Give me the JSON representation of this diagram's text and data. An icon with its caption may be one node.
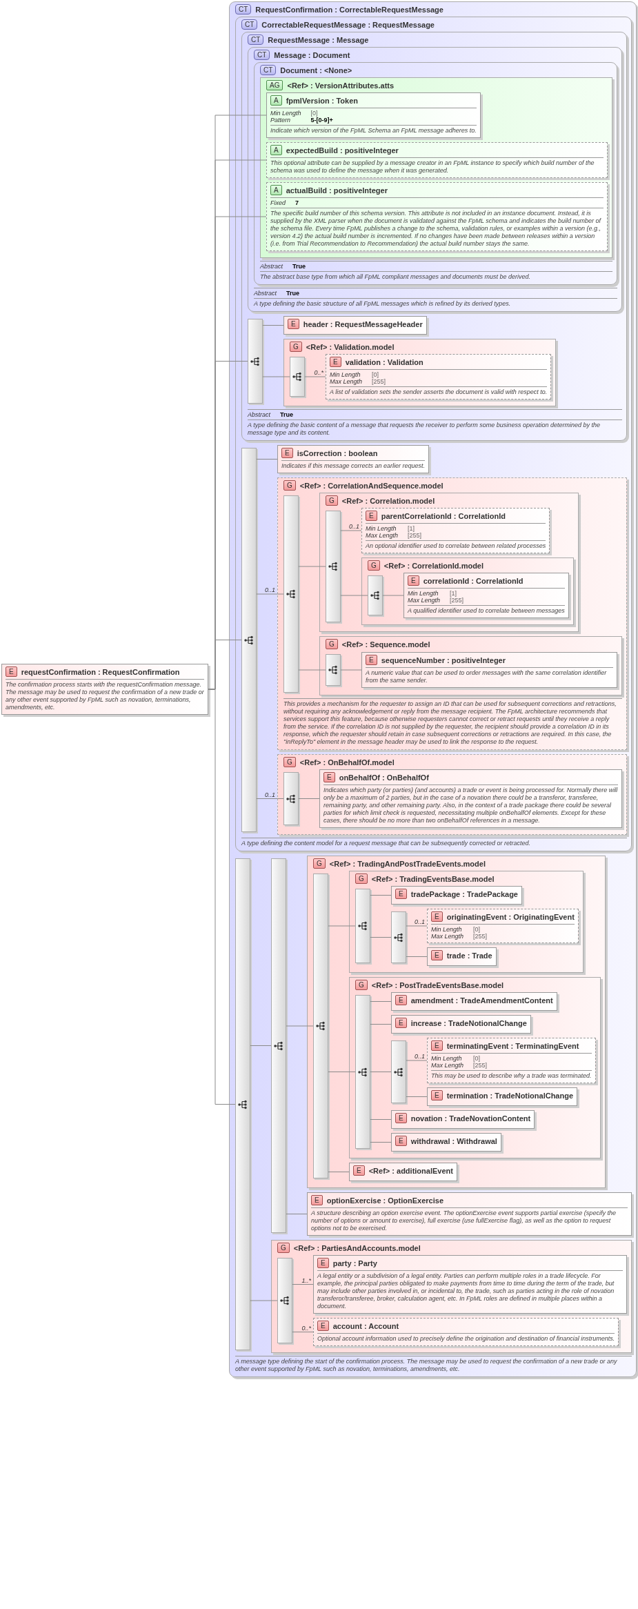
{
  "diagram": {
    "nodes": [
      {
        "text": [
          "E",
          "requestConfirmation : RequestConfirmation",
          "The confirmation process starts with the requestConfirmation message. The message may be used to request the confirmation of a new trade or any other event supported by FpML such as novation, terminations, amendments, etc."
        ]
      },
      {
        "text": [
          "CT",
          "RequestConfirmation : CorrectableRequestMessage",
          "A message type defining the start of the confirmation process. The message may be used to request the confirmation of a new trade or any other event supported by FpML such as novation, terminations, amendments, etc."
        ]
      },
      {
        "text": [
          "CT",
          "CorrectableRequestMessage : RequestMessage",
          "A type defining the content model for a request message that can be subsequently corrected or retracted."
        ],
        "in": 1
      },
      {
        "text": [
          "CT",
          "RequestMessage : Message",
          "Abstract",
          "True",
          "A type defining the basic content of a message that requests the receiver to perform some business operation determined by the message type and its content."
        ],
        "in": 2
      },
      {
        "text": [
          "CT",
          "Message : Document",
          "Abstract",
          "True",
          "A type defining the basic structure of all FpML messages which is refined by its derived types."
        ],
        "in": 3
      },
      {
        "text": [
          "CT",
          "Document : <None>",
          "Abstract",
          "True",
          "The abstract base type from which all FpML compliant messages and documents must be derived."
        ],
        "in": 4
      },
      {
        "text": [
          "AG",
          "<Ref> : VersionAttributes.atts"
        ],
        "in": 5
      },
      {
        "text": [
          "A",
          "fpmlVersion : Token",
          "Min Length",
          "[0]",
          "Pattern",
          "5-[0-9]+",
          "Indicate which version of the FpML Schema an FpML message adheres to."
        ],
        "in": 6
      },
      {
        "text": [
          "A",
          "expectedBuild : positiveInteger",
          "This optional attribute can be supplied by a message creator in an FpML instance to specify which build number of the schema was used to define the message when it was generated."
        ],
        "in": 6
      },
      {
        "text": [
          "A",
          "actualBuild : positiveInteger",
          "Fixed",
          "7",
          "The specific build number of this schema version. This attribute is not included in an instance document. Instead, it is supplied by the XML parser when the document is validated against the FpML schema and indicates the build number of the schema file. Every time FpML publishes a change to the schema, validation rules, or examples within a version (e.g., version 4.2) the actual build number is incremented. If no changes have been made between releases within a version (i.e. from Trial Recommendation to Recommendation) the actual build number stays the same."
        ],
        "in": 6
      },
      {
        "text": [],
        "shape": "bar",
        "in": 3
      },
      {
        "text": [
          "E",
          "header : RequestMessageHeader"
        ],
        "in": 3
      },
      {
        "text": [
          "G",
          "<Ref> : Validation.model"
        ],
        "in": 3
      },
      {
        "text": [],
        "shape": "bar",
        "in": 12
      },
      {
        "text": [
          "E",
          "validation : Validation",
          "Min Length",
          "[0]",
          "Max Length",
          "[255]",
          "A list of validation sets the sender asserts the document is valid with respect to."
        ],
        "in": 12
      },
      {
        "text": [],
        "shape": "bar",
        "in": 2
      },
      {
        "text": [
          "E",
          "isCorrection : boolean",
          "Indicates if this message corrects an earlier request."
        ],
        "in": 2
      },
      {
        "text": [
          "G",
          "<Ref> : CorrelationAndSequence.model",
          "This provides a mechanism for the requester to assign an ID that can be used for subsequent corrections and retractions, without requiring any acknowledgement or reply from the message recipient. The FpML architecture recommends that services support this feature, because otherwise requesters cannot correct or retract requests until they receive a reply from the service. If the correlation ID is not supplied by the requester, the recipient should provide a correlation ID in its response, which the requester should retain in case subsequent corrections or retractions are required. In this case, the \"inReplyTo\" element in the message header may be used to link the response to the request."
        ],
        "in": 2
      },
      {
        "text": [],
        "shape": "bar",
        "in": 17
      },
      {
        "text": [
          "G",
          "<Ref> : Correlation.model"
        ],
        "in": 17
      },
      {
        "text": [],
        "shape": "bar",
        "in": 19
      },
      {
        "text": [
          "E",
          "parentCorrelationId : CorrelationId",
          "Min Length",
          "[1]",
          "Max Length",
          "[255]",
          "An optional identifier used to correlate between related processes"
        ],
        "in": 19
      },
      {
        "text": [
          "G",
          "<Ref> : CorrelationId.model"
        ],
        "in": 19
      },
      {
        "text": [],
        "shape": "bar",
        "in": 22
      },
      {
        "text": [
          "E",
          "correlationId : CorrelationId",
          "Min Length",
          "[1]",
          "Max Length",
          "[255]",
          "A qualified identifier used to correlate between messages"
        ],
        "in": 22
      },
      {
        "text": [
          "G",
          "<Ref> : Sequence.model"
        ],
        "in": 17
      },
      {
        "text": [],
        "shape": "bar",
        "in": 25
      },
      {
        "text": [
          "E",
          "sequenceNumber : positiveInteger",
          "A numeric value that can be used to order messages with the same correlation identifier from the same sender."
        ],
        "in": 25
      },
      {
        "text": [
          "G",
          "<Ref> : OnBehalfOf.model"
        ],
        "in": 2
      },
      {
        "text": [],
        "shape": "bar",
        "in": 28
      },
      {
        "text": [
          "E",
          "onBehalfOf : OnBehalfOf",
          "Indicates which party (or parties) (and accounts) a trade or event is being processed for. Normally there will only be a maximum of 2 parties, but in the case of a novation there could be a transferor, transferee, remaining party, and other remaining party. Also, in the context of a trade package there could be several parties for which limit check is requested, necessitating multiple onBehalfOf elements. Except for these cases, there should be no more than two onBehalfOf references in a message."
        ],
        "in": 28
      },
      {
        "text": [],
        "shape": "bar",
        "in": 1
      },
      {
        "text": [],
        "shape": "bar",
        "in": 1
      },
      {
        "text": [
          "G",
          "<Ref> : TradingAndPostTradeEvents.model"
        ],
        "in": 1
      },
      {
        "text": [],
        "shape": "bar",
        "in": 33
      },
      {
        "text": [
          "G",
          "<Ref> : TradingEventsBase.model"
        ],
        "in": 33
      },
      {
        "text": [],
        "shape": "bar",
        "in": 35
      },
      {
        "text": [
          "E",
          "tradePackage : TradePackage"
        ],
        "in": 35
      },
      {
        "text": [],
        "shape": "bar",
        "in": 35
      },
      {
        "text": [
          "E",
          "originatingEvent : OriginatingEvent",
          "Min Length",
          "[0]",
          "Max Length",
          "[255]"
        ],
        "in": 35
      },
      {
        "text": [
          "E",
          "trade : Trade"
        ],
        "in": 35
      },
      {
        "text": [
          "G",
          "<Ref> : PostTradeEventsBase.model"
        ],
        "in": 33
      },
      {
        "text": [],
        "shape": "bar",
        "in": 41
      },
      {
        "text": [
          "E",
          "amendment : TradeAmendmentContent"
        ],
        "in": 41
      },
      {
        "text": [
          "E",
          "increase : TradeNotionalChange"
        ],
        "in": 41
      },
      {
        "text": [],
        "shape": "bar",
        "in": 41
      },
      {
        "text": [
          "E",
          "terminatingEvent : TerminatingEvent",
          "Min Length",
          "[0]",
          "Max Length",
          "[255]",
          "This may be used to describe why a trade was terminated."
        ],
        "in": 41
      },
      {
        "text": [
          "E",
          "termination : TradeNotionalChange"
        ],
        "in": 41
      },
      {
        "text": [
          "E",
          "novation : TradeNovationContent"
        ],
        "in": 41
      },
      {
        "text": [
          "E",
          "withdrawal : Withdrawal"
        ],
        "in": 41
      },
      {
        "text": [
          "E",
          "<Ref> : additionalEvent"
        ],
        "in": 33
      },
      {
        "text": [
          "E",
          "optionExercise : OptionExercise",
          "A structure describing an option exercise event. The optionExercise event supports partial exercise (specify the number of options or amount to exercise), full exercise (use fullExercise flag), as well as the option to request options not to be exercised."
        ],
        "in": 1
      },
      {
        "text": [
          "G",
          "<Ref> : PartiesAndAccounts.model"
        ],
        "in": 1
      },
      {
        "text": [],
        "shape": "bar",
        "in": 52
      },
      {
        "text": [
          "E",
          "party : Party",
          "A legal entity or a subdivision of a legal entity. Parties can perform multiple roles in a trade lifecycle. For example, the principal parties obligated to make payments from time to time during the term of the trade, but may include other parties involved in, or incidental to, the trade, such as parties acting in the role of novation transferor/transferee, broker, calculation agent, etc. In FpML roles are defined in multiple places within a document."
        ],
        "in": 52
      },
      {
        "text": [
          "E",
          "account : Account",
          "Optional account information used to precisely define the origination and destination of financial instruments."
        ],
        "in": 52
      }
    ],
    "edges": [
      {
        "from": 0,
        "to": 7,
        "arrow": "none"
      },
      {
        "from": 0,
        "to": 8,
        "arrow": "none"
      },
      {
        "from": 0,
        "to": 9,
        "arrow": "none"
      },
      {
        "from": 0,
        "to": 10,
        "arrow": "none"
      },
      {
        "from": 10,
        "to": 11,
        "arrow": "none"
      },
      {
        "from": 10,
        "to": 13,
        "arrow": "none"
      },
      {
        "from": 13,
        "to": 14,
        "arrow": "none",
        "label": "0..*"
      },
      {
        "from": 0,
        "to": 15,
        "arrow": "none"
      },
      {
        "from": 15,
        "to": 16,
        "arrow": "none"
      },
      {
        "from": 15,
        "to": 18,
        "arrow": "none",
        "label": "0..1"
      },
      {
        "from": 18,
        "to": 20,
        "arrow": "none"
      },
      {
        "from": 20,
        "to": 21,
        "arrow": "none",
        "label": "0..1"
      },
      {
        "from": 20,
        "to": 23,
        "arrow": "none"
      },
      {
        "from": 23,
        "to": 24,
        "arrow": "none"
      },
      {
        "from": 18,
        "to": 26,
        "arrow": "none"
      },
      {
        "from": 26,
        "to": 27,
        "arrow": "none"
      },
      {
        "from": 15,
        "to": 29,
        "arrow": "none",
        "label": "0..1"
      },
      {
        "from": 29,
        "to": 30,
        "arrow": "none"
      },
      {
        "from": 0,
        "to": 31,
        "arrow": "none"
      },
      {
        "from": 31,
        "to": 32,
        "arrow": "none"
      },
      {
        "from": 32,
        "to": 34,
        "arrow": "none"
      },
      {
        "from": 34,
        "to": 36,
        "arrow": "none"
      },
      {
        "from": 36,
        "to": 37,
        "arrow": "none"
      },
      {
        "from": 36,
        "to": 38,
        "arrow": "none"
      },
      {
        "from": 38,
        "to": 39,
        "arrow": "none",
        "label": "0..1"
      },
      {
        "from": 38,
        "to": 40,
        "arrow": "none"
      },
      {
        "from": 34,
        "to": 42,
        "arrow": "none"
      },
      {
        "from": 42,
        "to": 43,
        "arrow": "none"
      },
      {
        "from": 42,
        "to": 44,
        "arrow": "none"
      },
      {
        "from": 42,
        "to": 45,
        "arrow": "none"
      },
      {
        "from": 45,
        "to": 46,
        "arrow": "none",
        "label": "0..1"
      },
      {
        "from": 45,
        "to": 47,
        "arrow": "none"
      },
      {
        "from": 42,
        "to": 48,
        "arrow": "none"
      },
      {
        "from": 42,
        "to": 49,
        "arrow": "none"
      },
      {
        "from": 34,
        "to": 50,
        "arrow": "none"
      },
      {
        "from": 32,
        "to": 51,
        "arrow": "none"
      },
      {
        "from": 31,
        "to": 53,
        "arrow": "none"
      },
      {
        "from": 53,
        "to": 54,
        "arrow": "none",
        "label": "1..*"
      },
      {
        "from": 53,
        "to": 55,
        "arrow": "none",
        "label": "0..*"
      }
    ]
  }
}
